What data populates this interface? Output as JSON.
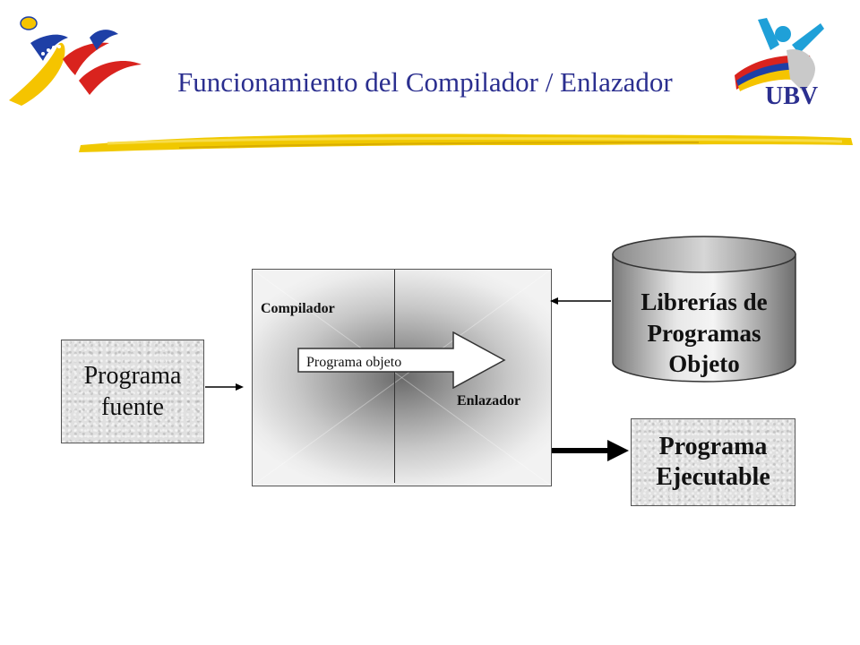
{
  "slide": {
    "title": "Funcionamiento  del Compilador / Enlazador"
  },
  "logos": {
    "right_logo_text": "UBV",
    "left_logo_icon": "sports-logo-icon",
    "right_logo_icon": "ubv-logo-icon"
  },
  "diagram": {
    "source_program": "Programa fuente",
    "compiler": "Compilador",
    "linker": "Enlazador",
    "object_program": "Programa objeto",
    "libraries": "Librerías de Programas Objeto",
    "executable": "Programa Ejecutable"
  },
  "colors": {
    "title": "#2b2f8f",
    "accent_yellow": "#f5c400",
    "accent_blue": "#1e3fa6",
    "accent_red": "#d9231e"
  }
}
